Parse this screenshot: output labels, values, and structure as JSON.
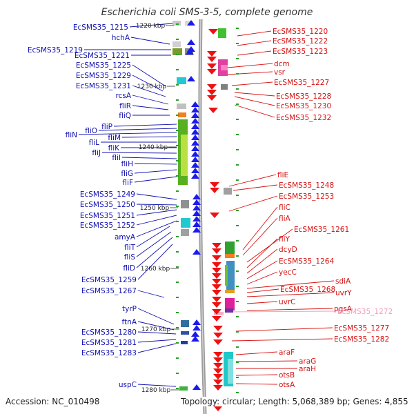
{
  "title": "Escherichia coli SMS-3-5, complete genome",
  "accession_text": "Accession: NC_010498",
  "topology_text": "Topology: circular; Length: 5,068,389 bp; Genes: 4,855",
  "colors": {
    "left_label": "#1010b0",
    "right_label": "#d81010",
    "faded_label": "#f0a0c0",
    "left_arrow": "#1a1aee",
    "right_arrow": "#ee1111",
    "backbone": "#9a9a9a",
    "tick": "#2aa02a"
  },
  "scale_ticks": [
    "1220 kbp",
    "1230 kbp",
    "1240 kbp",
    "1250 kbp",
    "1260 kbp",
    "1270 kbp",
    "1280 kbp"
  ],
  "left_labels": [
    "EcSMS35_1215",
    "hchA",
    "EcSMS35_1219",
    "EcSMS35_1221",
    "EcSMS35_1225",
    "EcSMS35_1229",
    "EcSMS35_1231",
    "rcsA",
    "fliR",
    "fliQ",
    "fliP",
    "fliO",
    "fliN",
    "fliM",
    "fliL",
    "fliK",
    "fliJ",
    "fliI",
    "fliH",
    "fliG",
    "fliF",
    "EcSMS35_1249",
    "EcSMS35_1250",
    "EcSMS35_1251",
    "EcSMS35_1252",
    "amyA",
    "fliT",
    "fliS",
    "fliD",
    "EcSMS35_1259",
    "EcSMS35_1267",
    "tyrP",
    "ftnA",
    "EcSMS35_1280",
    "EcSMS35_1281",
    "EcSMS35_1283",
    "uspC"
  ],
  "right_labels": [
    "EcSMS35_1220",
    "EcSMS35_1222",
    "EcSMS35_1223",
    "dcm",
    "vsr",
    "EcSMS35_1227",
    "EcSMS35_1228",
    "EcSMS35_1230",
    "EcSMS35_1232",
    "fliE",
    "EcSMS35_1248",
    "EcSMS35_1253",
    "fliC",
    "fliA",
    "EcSMS35_1261",
    "fliY",
    "dcyD",
    "EcSMS35_1264",
    "yecC",
    "sdiA",
    "EcSMS35_1268",
    "uvrY",
    "uvrC",
    "pgsA",
    "EcSMS35_1272",
    "EcSMS35_1277",
    "EcSMS35_1282",
    "araF",
    "araG",
    "araH",
    "otsB",
    "otsA"
  ]
}
